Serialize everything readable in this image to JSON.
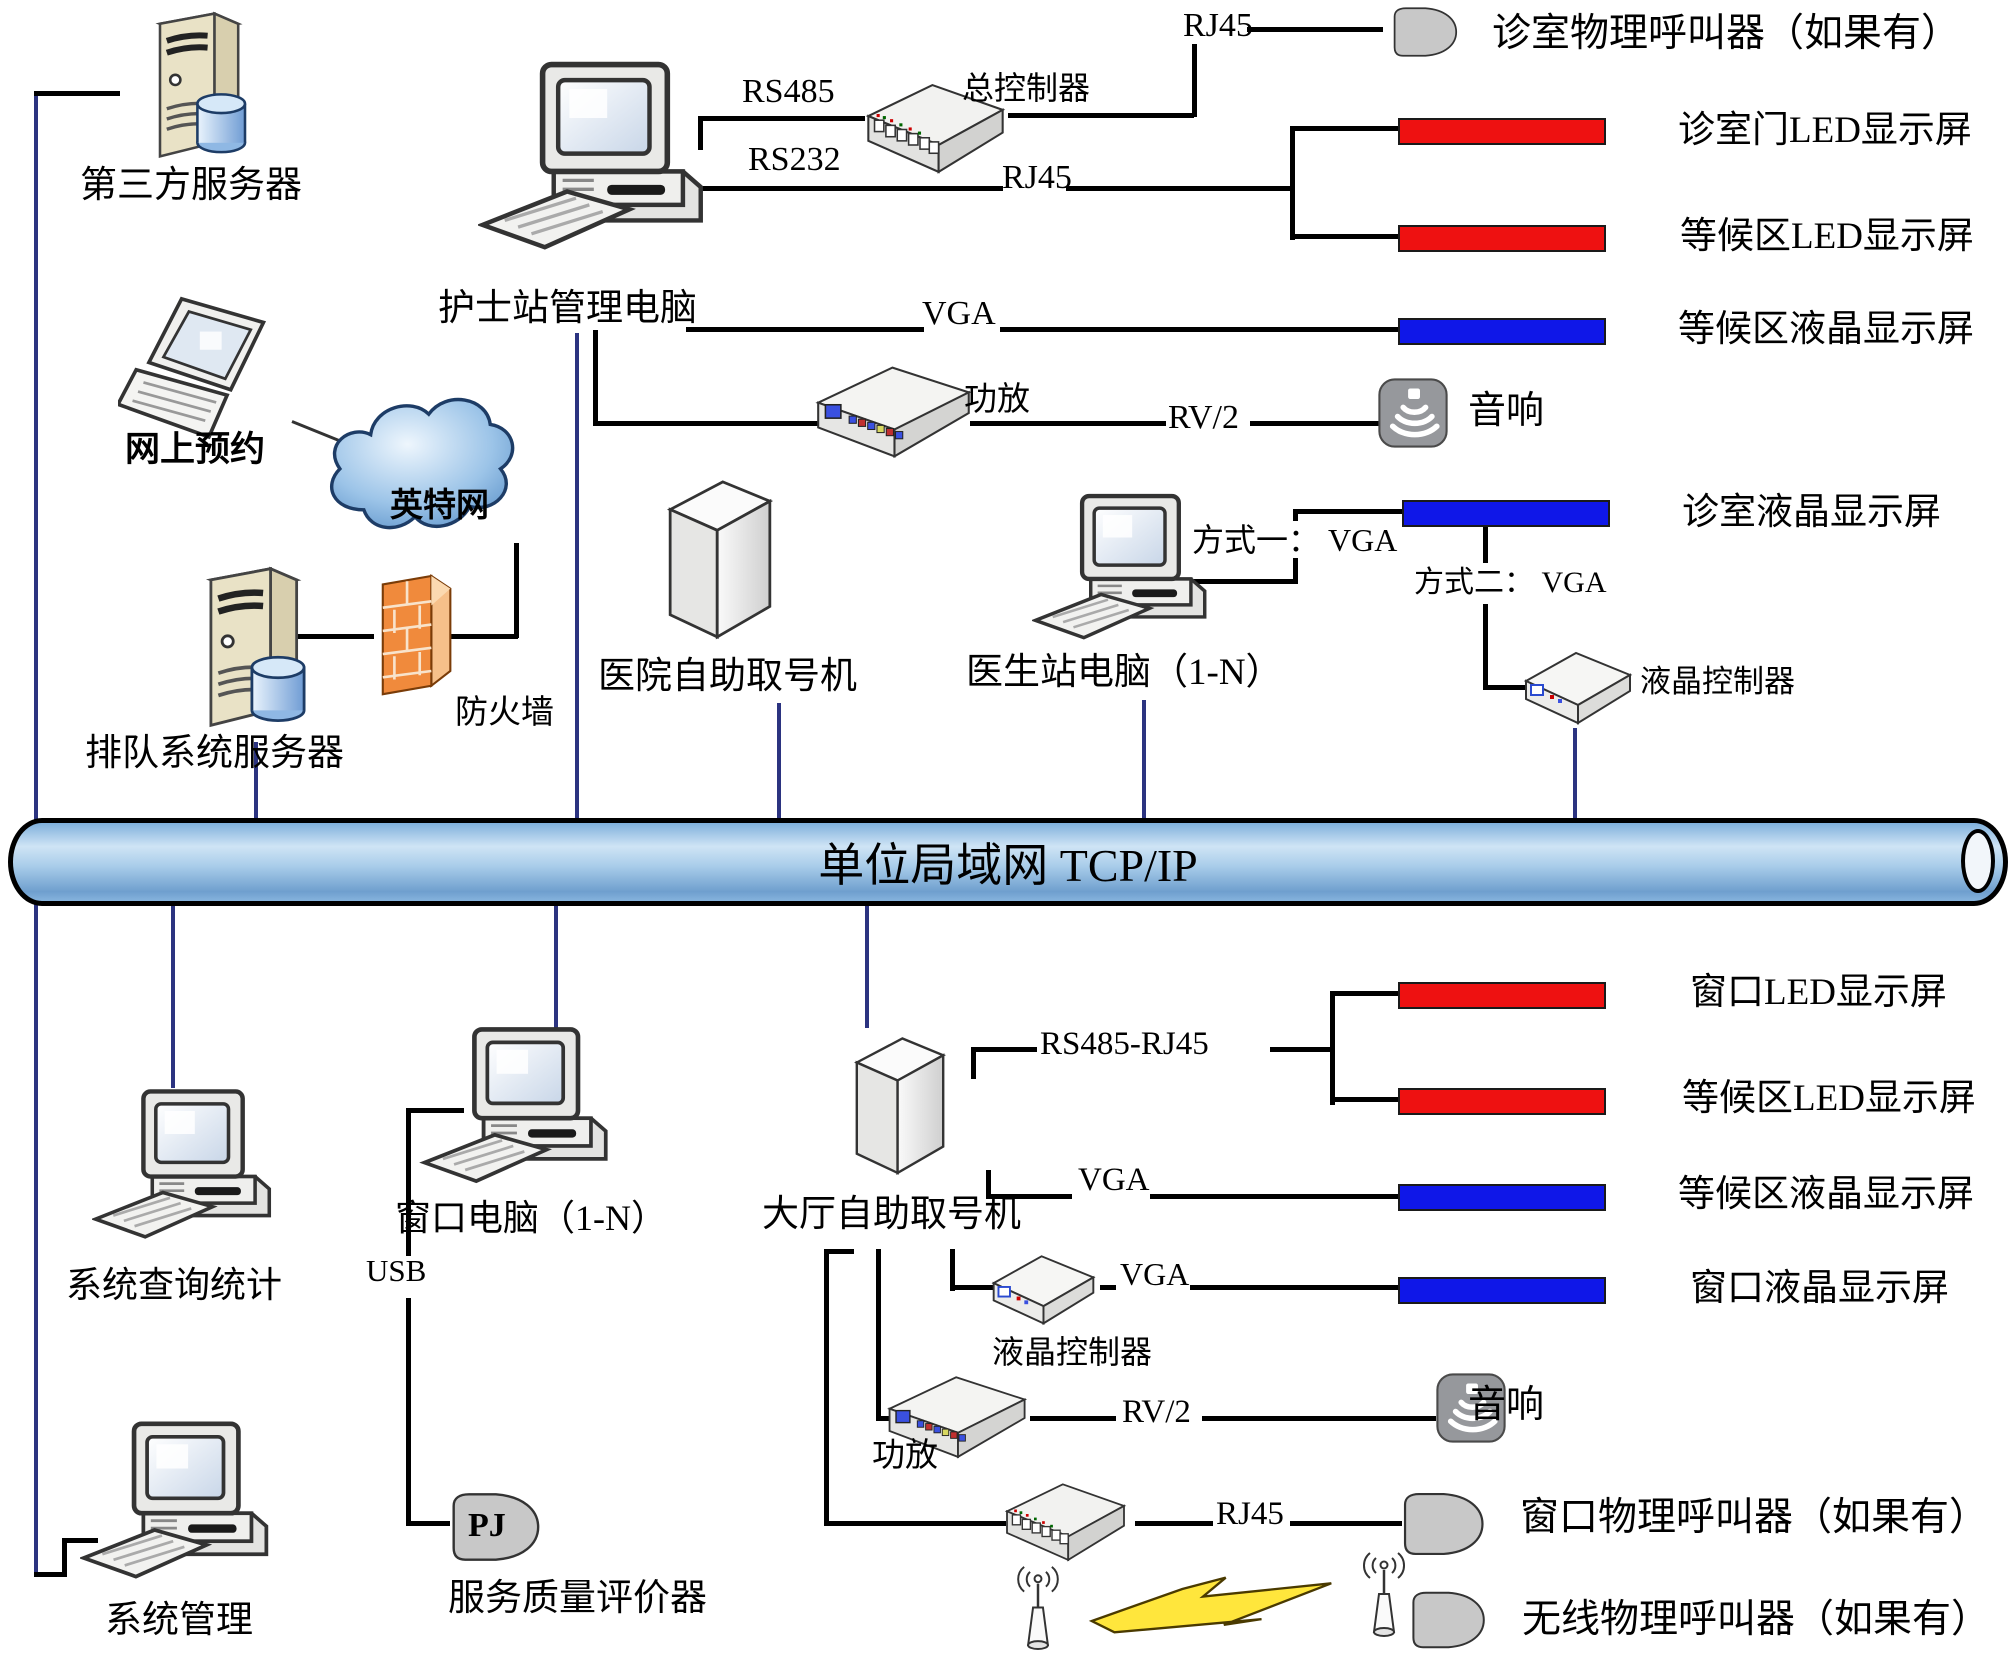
{
  "lan": {
    "label": "单位局域网  TCP/IP"
  },
  "nodes": {
    "third_party_server": "第三方服务器",
    "nurse_station_pc": "护士站管理电脑",
    "online_booking": "网上预约",
    "internet": "英特网",
    "firewall": "防火墙",
    "queue_server": "排队系统服务器",
    "hospital_kiosk": "医院自助取号机",
    "doctor_pc": "医生站电脑（1-N）",
    "main_controller": "总控制器",
    "room_caller": "诊室物理呼叫器（如果有）",
    "room_door_led": "诊室门LED显示屏",
    "waiting_led_top": "等候区LED显示屏",
    "waiting_lcd_top": "等候区液晶显示屏",
    "amp_top": "功放",
    "speaker_top": "音响",
    "room_lcd": "诊室液晶显示屏",
    "lcd_controller_top": "液晶控制器",
    "query_stats_pc": "系统查询统计",
    "window_pc": "窗口电脑（1-N）",
    "evaluator": "服务质量评价器",
    "evaluator_badge": "PJ",
    "hall_kiosk": "大厅自助取号机",
    "window_led": "窗口LED显示屏",
    "waiting_led_bottom": "等候区LED显示屏",
    "waiting_lcd_bottom": "等候区液晶显示屏",
    "window_lcd": "窗口液晶显示屏",
    "lcd_controller_bottom": "液晶控制器",
    "amp_bottom": "功放",
    "speaker_bottom": "音响",
    "window_caller": "窗口物理呼叫器（如果有）",
    "wireless_caller": "无线物理呼叫器（如果有）",
    "system_admin_pc": "系统管理"
  },
  "edges": {
    "rs485": "RS485",
    "rs232": "RS232",
    "rj45_top": "RJ45",
    "rj45_mid": "RJ45",
    "vga_top": "VGA",
    "rv2_top": "RV/2",
    "mode1_vga": "方式一： VGA",
    "mode2_vga": "方式二： VGA",
    "rs485_rj45": "RS485-RJ45",
    "vga_hall": "VGA",
    "vga_window": "VGA",
    "rv2_bottom": "RV/2",
    "rj45_bottom": "RJ45",
    "usb": "USB"
  },
  "colors": {
    "led_red": "#ee1111",
    "lcd_blue": "#0f17e8",
    "lan_pipe_blue": "#8ab6e0",
    "lan_drop_navy": "#2b3380",
    "line_black": "#000000",
    "caller_gray": "#c8c8c8",
    "speaker_gray": "#96989c",
    "firewall_orange": "#f08a3c"
  }
}
